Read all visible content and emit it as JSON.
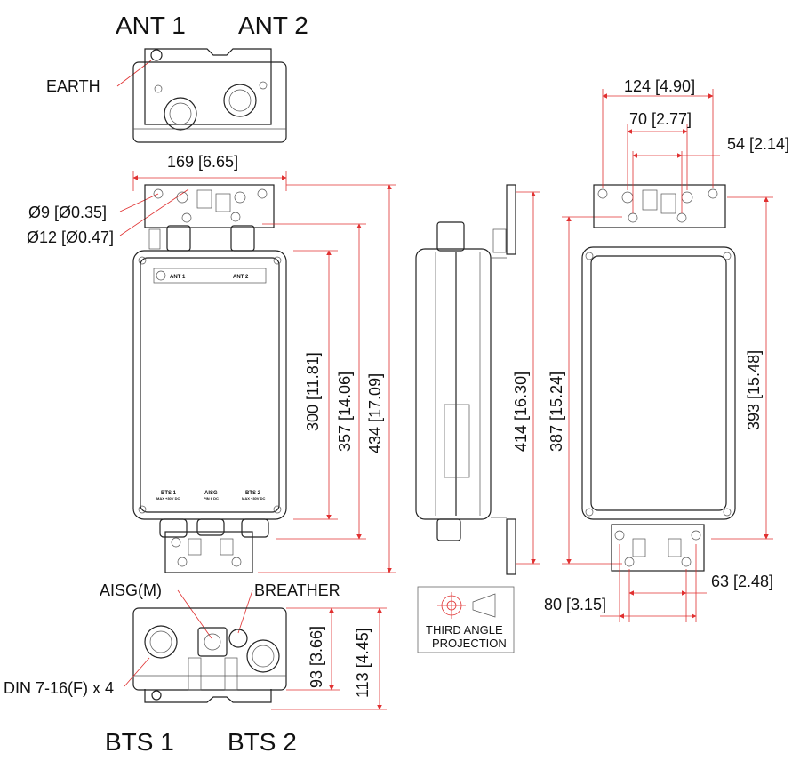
{
  "top_labels": {
    "ant1": "ANT 1",
    "ant2": "ANT 2",
    "earth": "EARTH"
  },
  "bottom_labels": {
    "bts1": "BTS 1",
    "bts2": "BTS 2",
    "aisg": "AISG(M)",
    "breather": "BREATHER",
    "din": "DIN 7-16(F) x 4"
  },
  "front_view": {
    "width_dim": "169 [6.65]",
    "hole_small": "Ø9 [Ø0.35]",
    "hole_large": "Ø12 [Ø0.47]",
    "h300": "300 [11.81]",
    "h357": "357 [14.06]",
    "h434": "434 [17.09]",
    "plate_top_left": "ANT 1",
    "plate_top_right": "ANT 2",
    "plate_bts1": "BTS 1",
    "plate_bts1_sub": "MAX +30V DC",
    "plate_aisg": "AISG",
    "plate_aisg_sub": "PIN 6 DC",
    "plate_bts2": "BTS 2",
    "plate_bts2_sub": "MAX +30V DC"
  },
  "side_view": {
    "h414": "414 [16.30]",
    "h387": "387 [15.24]"
  },
  "back_view": {
    "w124": "124 [4.90]",
    "w70": "70 [2.77]",
    "w54": "54 [2.14]",
    "h393": "393 [15.48]",
    "w63": "63 [2.48]",
    "w80": "80 [3.15]"
  },
  "bottom_view": {
    "h93": "93 [3.66]",
    "h113": "113 [4.45]"
  },
  "projection": {
    "line1": "THIRD ANGLE",
    "line2": "PROJECTION"
  },
  "colors": {
    "dimension": "#e03030",
    "outline": "#222222"
  }
}
